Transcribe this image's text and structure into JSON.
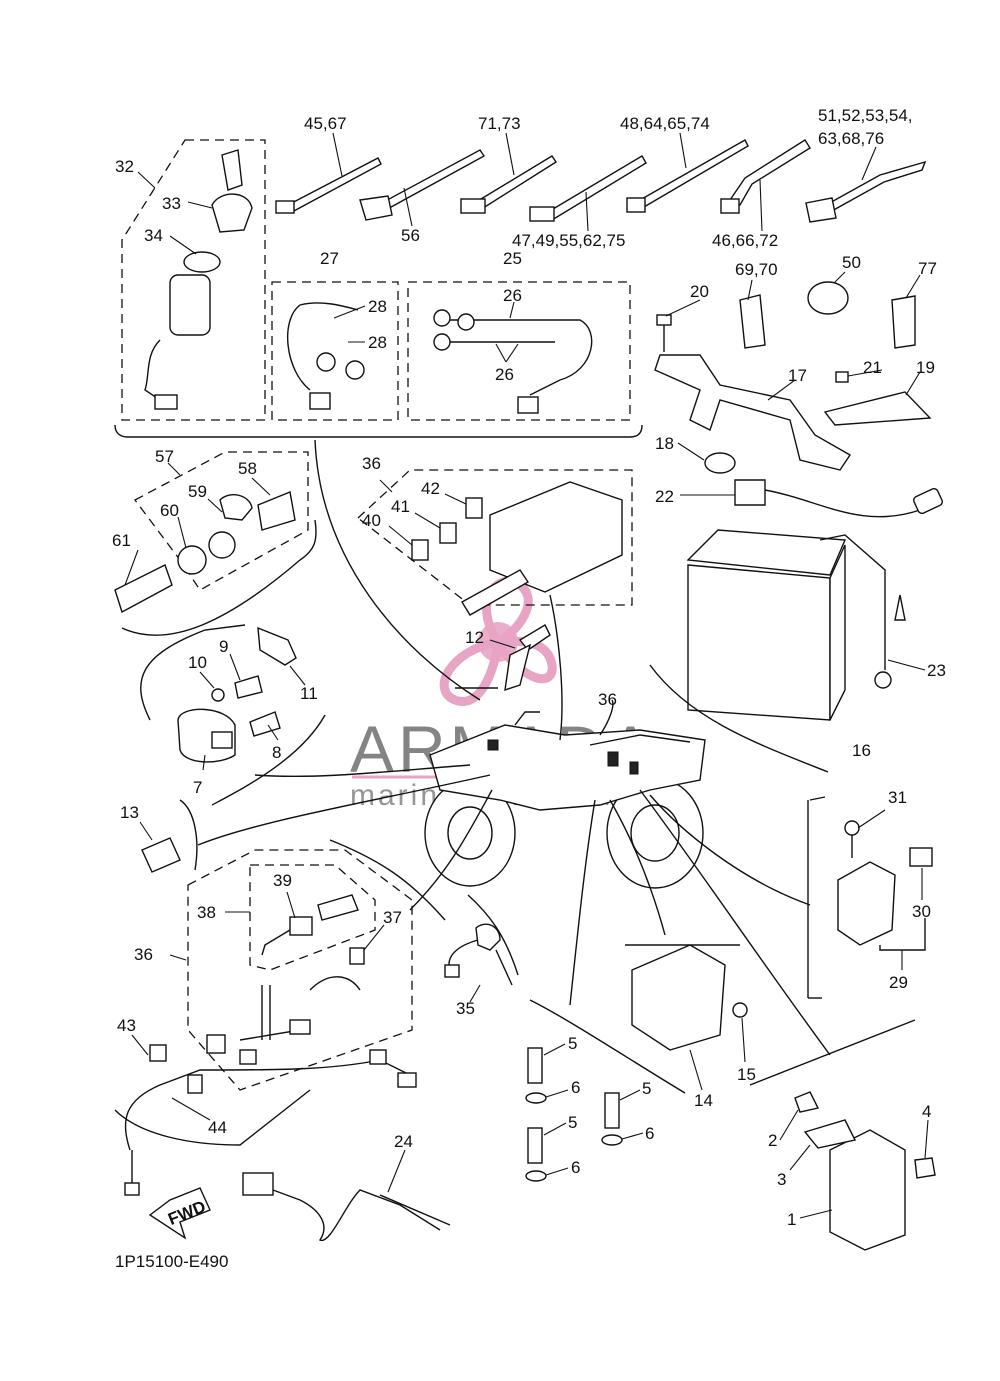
{
  "diagram": {
    "part_code": "1P15100-E490",
    "fwd_label": "FWD",
    "watermark": {
      "brand": "ARMADA",
      "subtitle": "marine outboards",
      "accent": "#e8a4c4"
    },
    "labels": {
      "l1": "1",
      "l2": "2",
      "l3": "3",
      "l4": "4",
      "l5a": "5",
      "l5b": "5",
      "l5c": "5",
      "l6a": "6",
      "l6b": "6",
      "l6c": "6",
      "l7": "7",
      "l8": "8",
      "l9": "9",
      "l10": "10",
      "l11": "11",
      "l12": "12",
      "l13": "13",
      "l14": "14",
      "l15": "15",
      "l16": "16",
      "l17": "17",
      "l18": "18",
      "l19": "19",
      "l20": "20",
      "l21": "21",
      "l22": "22",
      "l23": "23",
      "l24": "24",
      "l25": "25",
      "l26a": "26",
      "l26b": "26",
      "l27": "27",
      "l28a": "28",
      "l28b": "28",
      "l29": "29",
      "l30": "30",
      "l31": "31",
      "l32": "32",
      "l33": "33",
      "l34": "34",
      "l35": "35",
      "l36a": "36",
      "l36b": "36",
      "l36c": "36",
      "l37": "37",
      "l38": "38",
      "l39": "39",
      "l40": "40",
      "l41": "41",
      "l42": "42",
      "l43": "43",
      "l44": "44",
      "l50": "50",
      "l56": "56",
      "l57": "57",
      "l58": "58",
      "l59": "59",
      "l60": "60",
      "l61": "61",
      "l77": "77",
      "l4567": "45,67",
      "l7173": "71,73",
      "l48647": "48,64,65,74",
      "l5154a": "51,52,53,54,",
      "l5154b": "63,68,76",
      "l4749": "47,49,55,62,75",
      "l4666": "46,66,72",
      "l6970": "69,70"
    }
  }
}
